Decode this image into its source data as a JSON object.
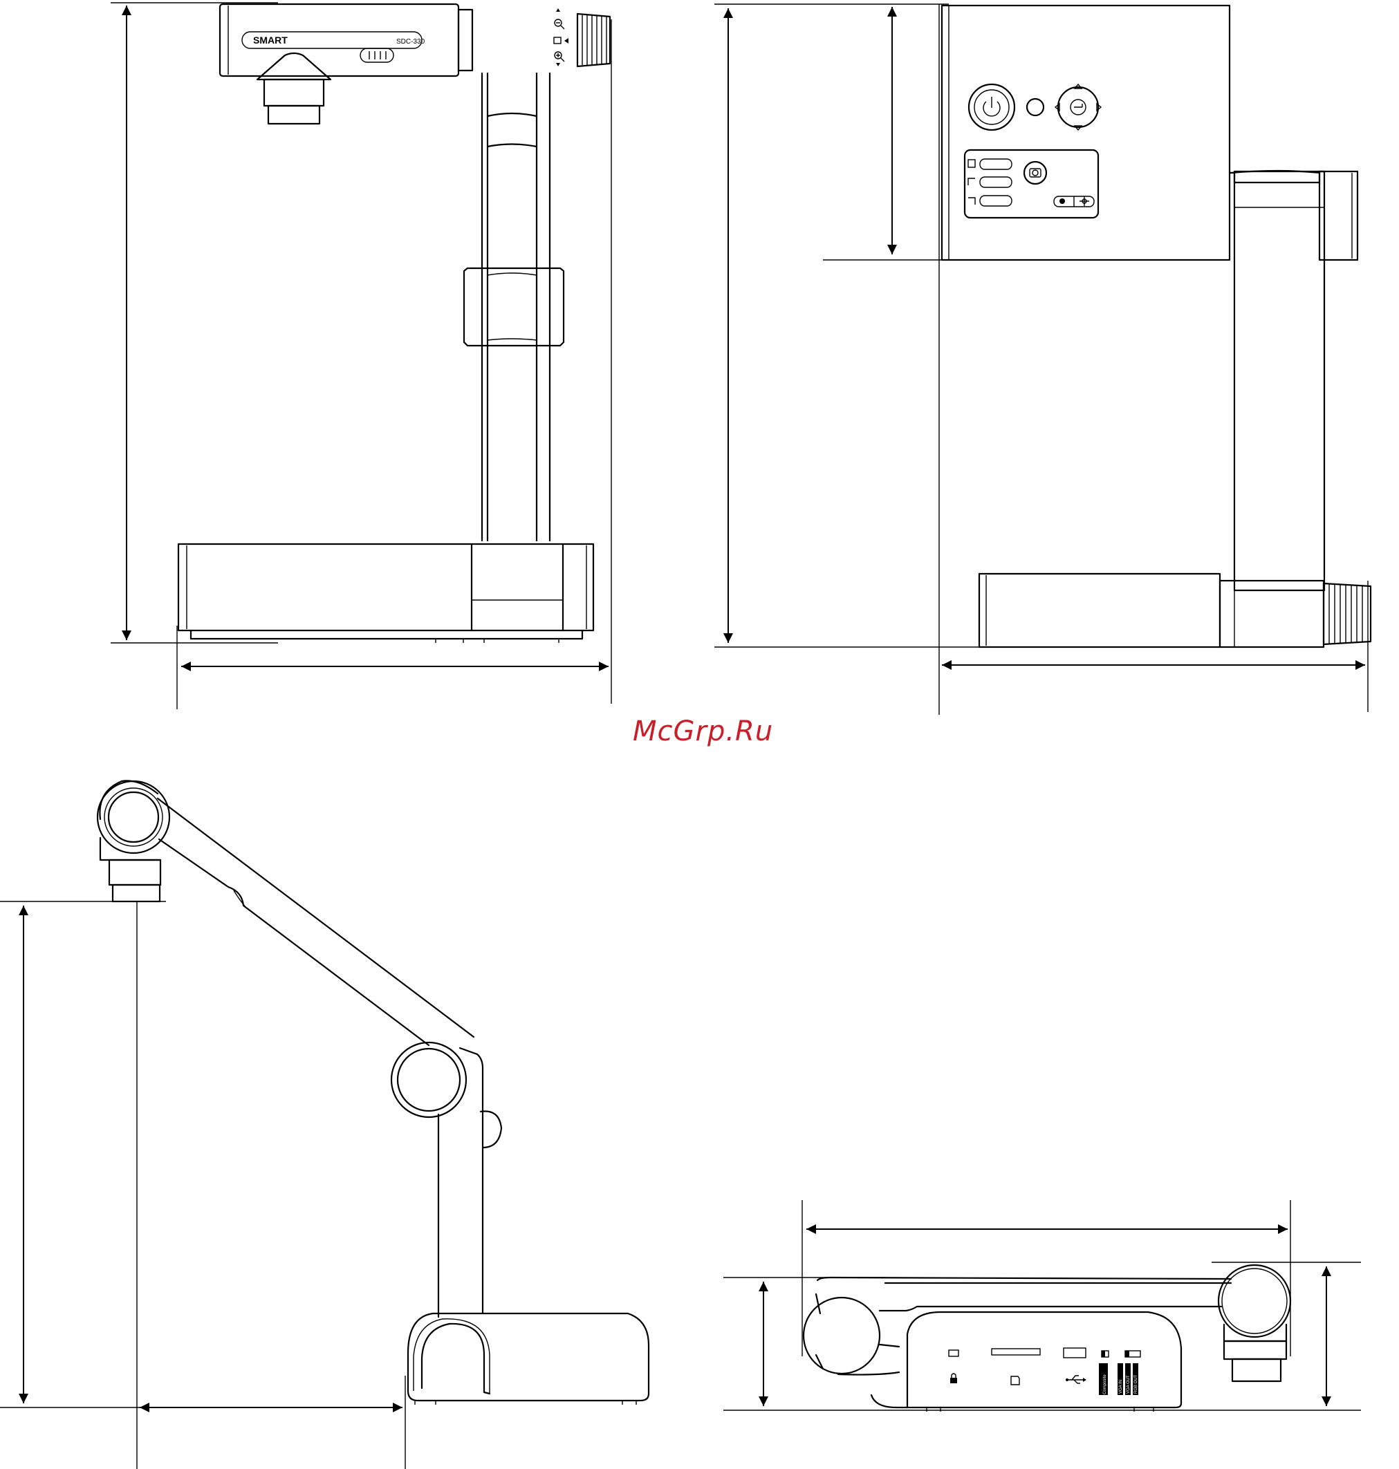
{
  "watermark": "McGrp.Ru",
  "device": {
    "brand_label": "SMART",
    "model_label": "SDC-330",
    "rear_port_labels": [
      "Composite",
      "VGA IN",
      "VGA OUT",
      "RGB OUT"
    ]
  },
  "icons": [
    "zoom-in-icon",
    "zoom-out-icon",
    "freeze-icon",
    "power-icon",
    "led-icon",
    "navigation-pad-icon",
    "camera-icon",
    "lamp-icon",
    "lock-icon",
    "sd-card-icon",
    "usb-icon"
  ]
}
